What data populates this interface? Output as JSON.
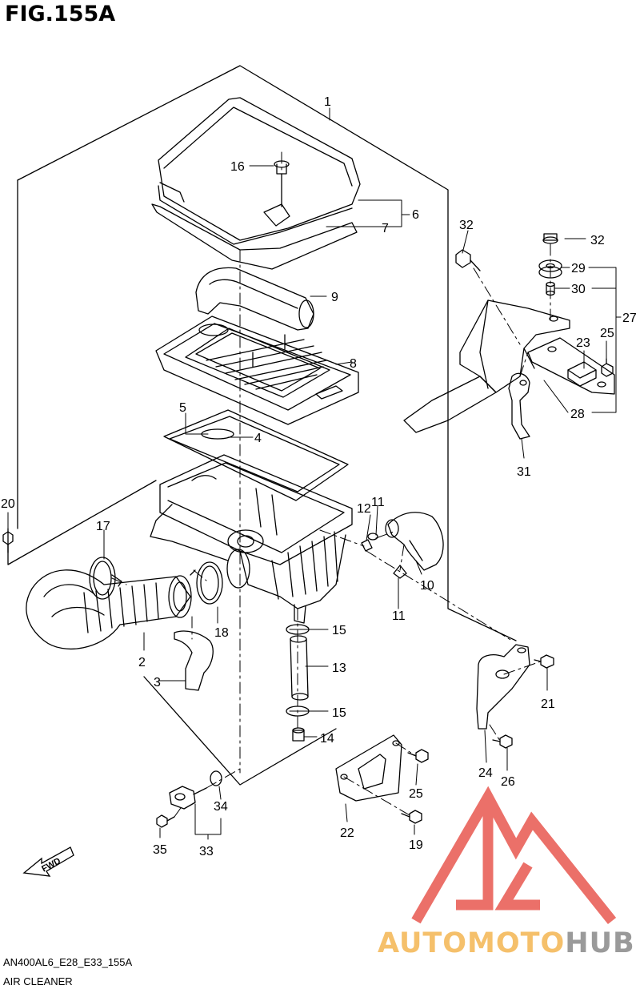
{
  "figure": {
    "title": "FIG.155A",
    "reference_code": "AN400AL6_E28_E33_155A",
    "caption": "AIR CLEANER",
    "direction_marker": "FWD"
  },
  "callouts": [
    "1",
    "2",
    "3",
    "4",
    "5",
    "6",
    "7",
    "8",
    "9",
    "10",
    "11",
    "11",
    "12",
    "13",
    "14",
    "15",
    "15",
    "16",
    "17",
    "18",
    "19",
    "20",
    "21",
    "22",
    "23",
    "24",
    "25",
    "25",
    "26",
    "27",
    "28",
    "29",
    "30",
    "31",
    "32",
    "32",
    "33",
    "34",
    "35"
  ],
  "watermark": {
    "brand_part_1": "AUTOMOTO",
    "brand_part_2": "HUB",
    "colors": {
      "logo_red": "#e8584f",
      "text_orange": "#f5c06b",
      "text_grey": "#9a9a9a"
    }
  }
}
